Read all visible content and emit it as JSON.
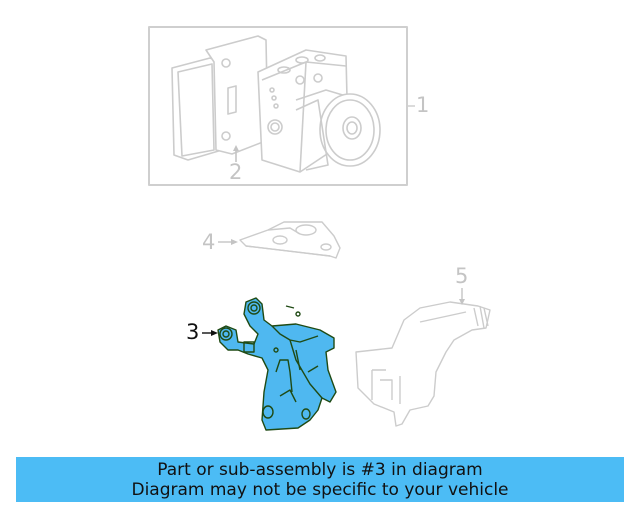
{
  "diagram": {
    "callouts": [
      {
        "number": "1",
        "label": "1",
        "state": "ghost"
      },
      {
        "number": "2",
        "label": "2",
        "state": "ghost"
      },
      {
        "number": "3",
        "label": "3",
        "state": "highlighted"
      },
      {
        "number": "4",
        "label": "4",
        "state": "ghost"
      },
      {
        "number": "5",
        "label": "5",
        "state": "ghost"
      }
    ],
    "colors": {
      "highlight_fill": "#4fb8f0",
      "highlight_stroke": "#1f4a14",
      "ghost_stroke": "#cccccc",
      "callout_ghost": "#c4c4c4",
      "callout_active": "#111111"
    }
  },
  "banner": {
    "line1": "Part or sub-assembly is #3 in diagram",
    "line2": "Diagram may not be specific to your vehicle",
    "background": "#4cbcf5"
  }
}
